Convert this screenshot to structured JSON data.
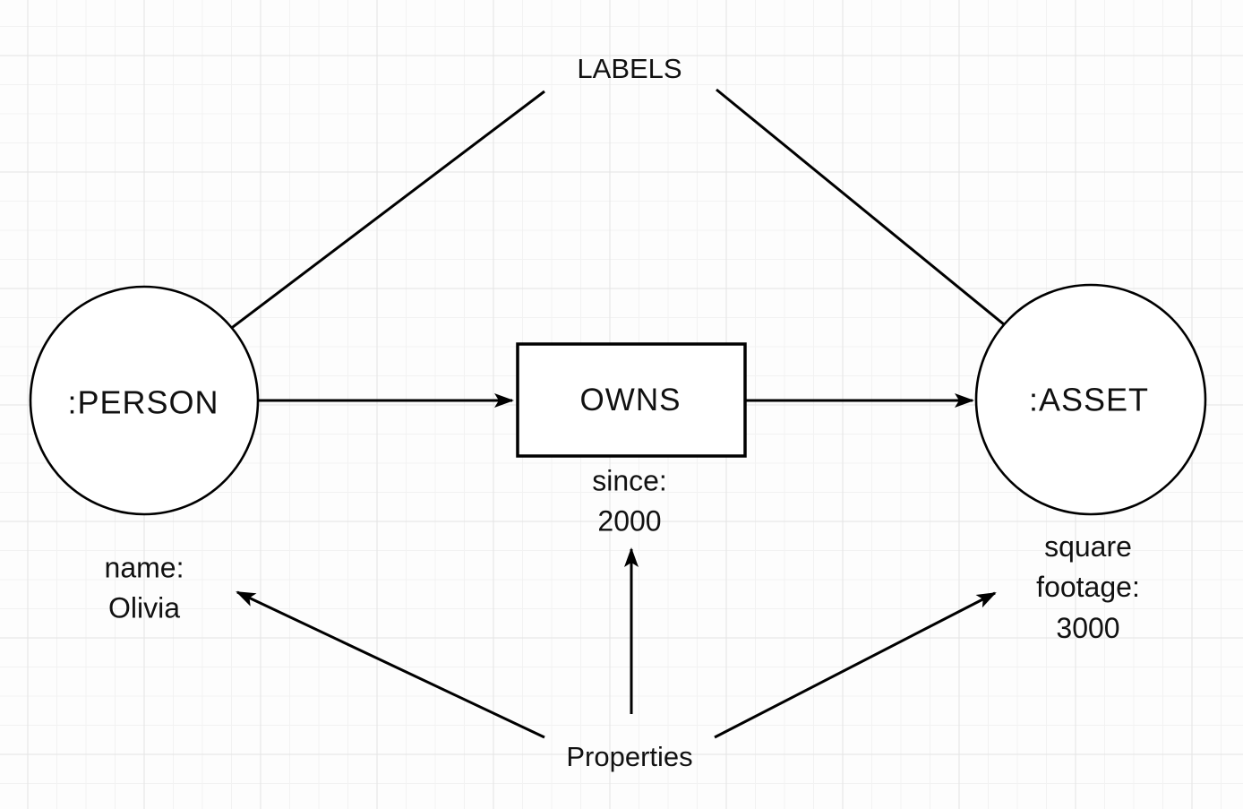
{
  "diagram": {
    "title_annotations": {
      "labels": "LABELS",
      "properties": "Properties"
    },
    "nodes": [
      {
        "id": "person",
        "shape": "circle",
        "label": ":PERSON"
      },
      {
        "id": "asset",
        "shape": "circle",
        "label": ":ASSET"
      }
    ],
    "relationship": {
      "id": "owns",
      "shape": "rectangle",
      "label": "OWNS",
      "direction": "person -> owns -> asset"
    },
    "properties": {
      "person": "name:\nOlivia",
      "relationship": "since:\n2000",
      "asset": "square\nfootage:\n3000"
    },
    "colors": {
      "stroke": "#000000",
      "shape_fill": "#ffffff",
      "background": "#fdfdfd",
      "grid_minor": "#f2f2f2",
      "grid_major": "#e4e4e4"
    }
  }
}
